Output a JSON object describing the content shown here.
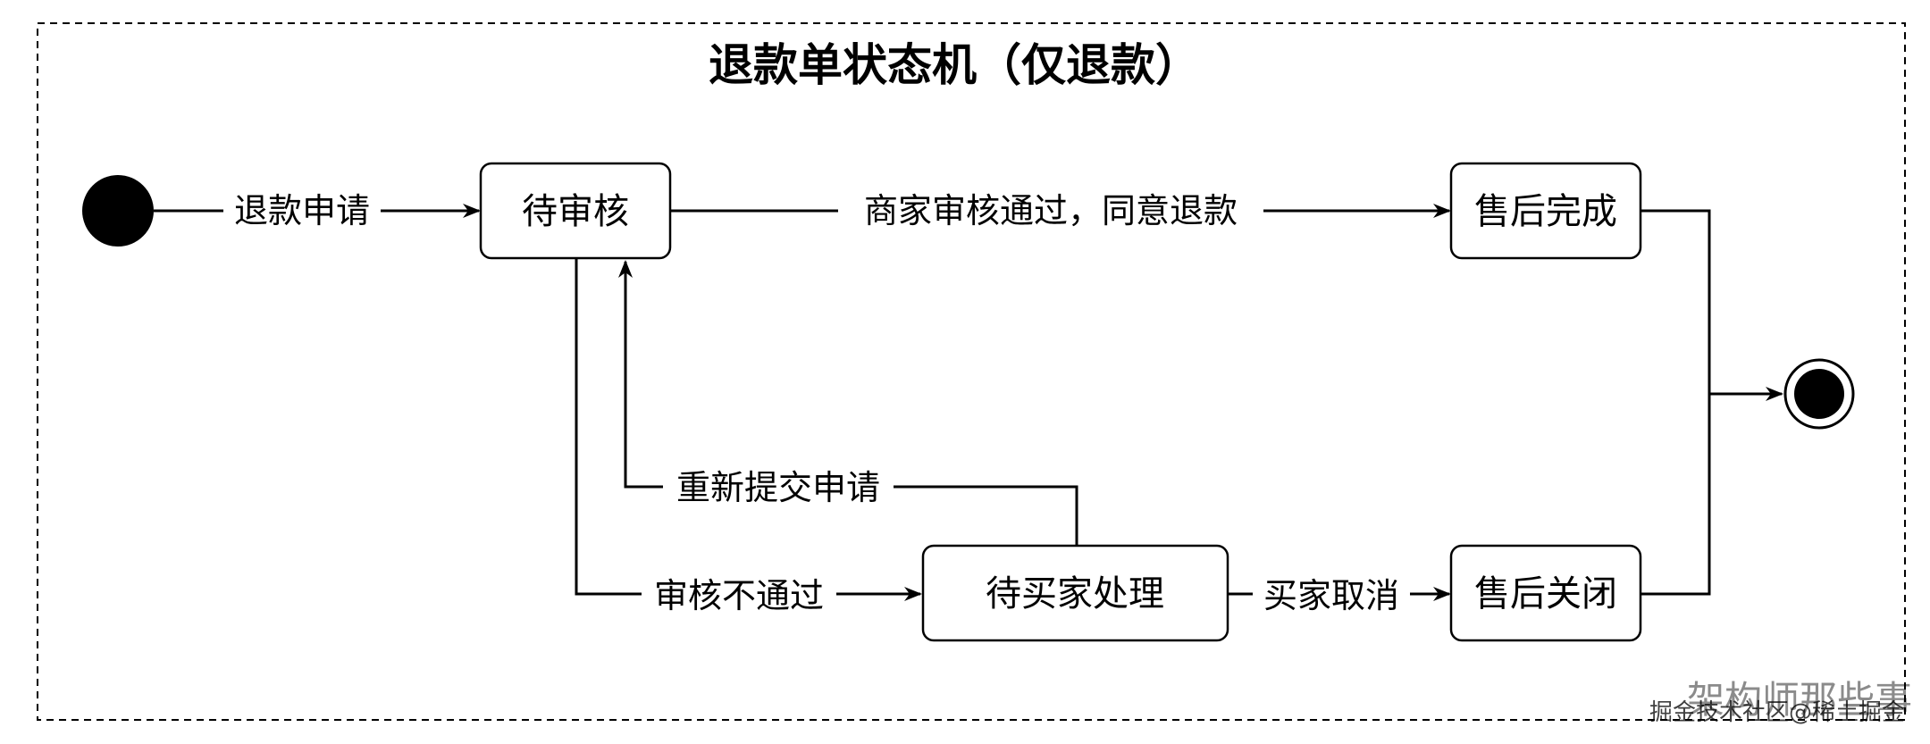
{
  "title": "退款单状态机（仅退款）",
  "states": {
    "pending_review": "待审核",
    "aftersale_complete": "售后完成",
    "pending_buyer": "待买家处理",
    "aftersale_closed": "售后关闭"
  },
  "transitions": {
    "refund_apply": "退款申请",
    "merchant_approve": "商家审核通过，同意退款",
    "resubmit": "重新提交申请",
    "review_reject": "审核不通过",
    "buyer_cancel": "买家取消"
  },
  "watermark": {
    "line1": "架构师那些事",
    "line2": "掘金技术社区@稀土掘金"
  }
}
